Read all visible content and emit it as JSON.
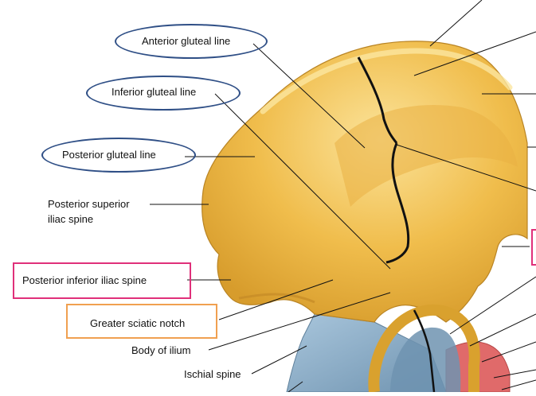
{
  "labels": {
    "anterior_gluteal_line": "Anterior gluteal line",
    "inferior_gluteal_line": "Inferior gluteal line",
    "posterior_gluteal_line": "Posterior gluteal line",
    "posterior_superior_iliac_spine_1": "Posterior superior",
    "posterior_superior_iliac_spine_2": "iliac spine",
    "posterior_inferior_iliac_spine": "Posterior inferior iliac spine",
    "greater_sciatic_notch": "Greater sciatic notch",
    "body_of_ilium": "Body of ilium",
    "ischial_spine": "Ischial spine"
  },
  "colors": {
    "bone": "#f2c24e",
    "bone_shadow": "#d9a12e",
    "bone_highlight": "#fbe6a0",
    "ischium": "#8fb2cc",
    "ischium_shadow": "#6f93b0",
    "acetabulum_red": "#e06a6a",
    "oval_outline": "#2f4f86",
    "pink_box": "#e0307a",
    "orange_box": "#f0a050"
  }
}
